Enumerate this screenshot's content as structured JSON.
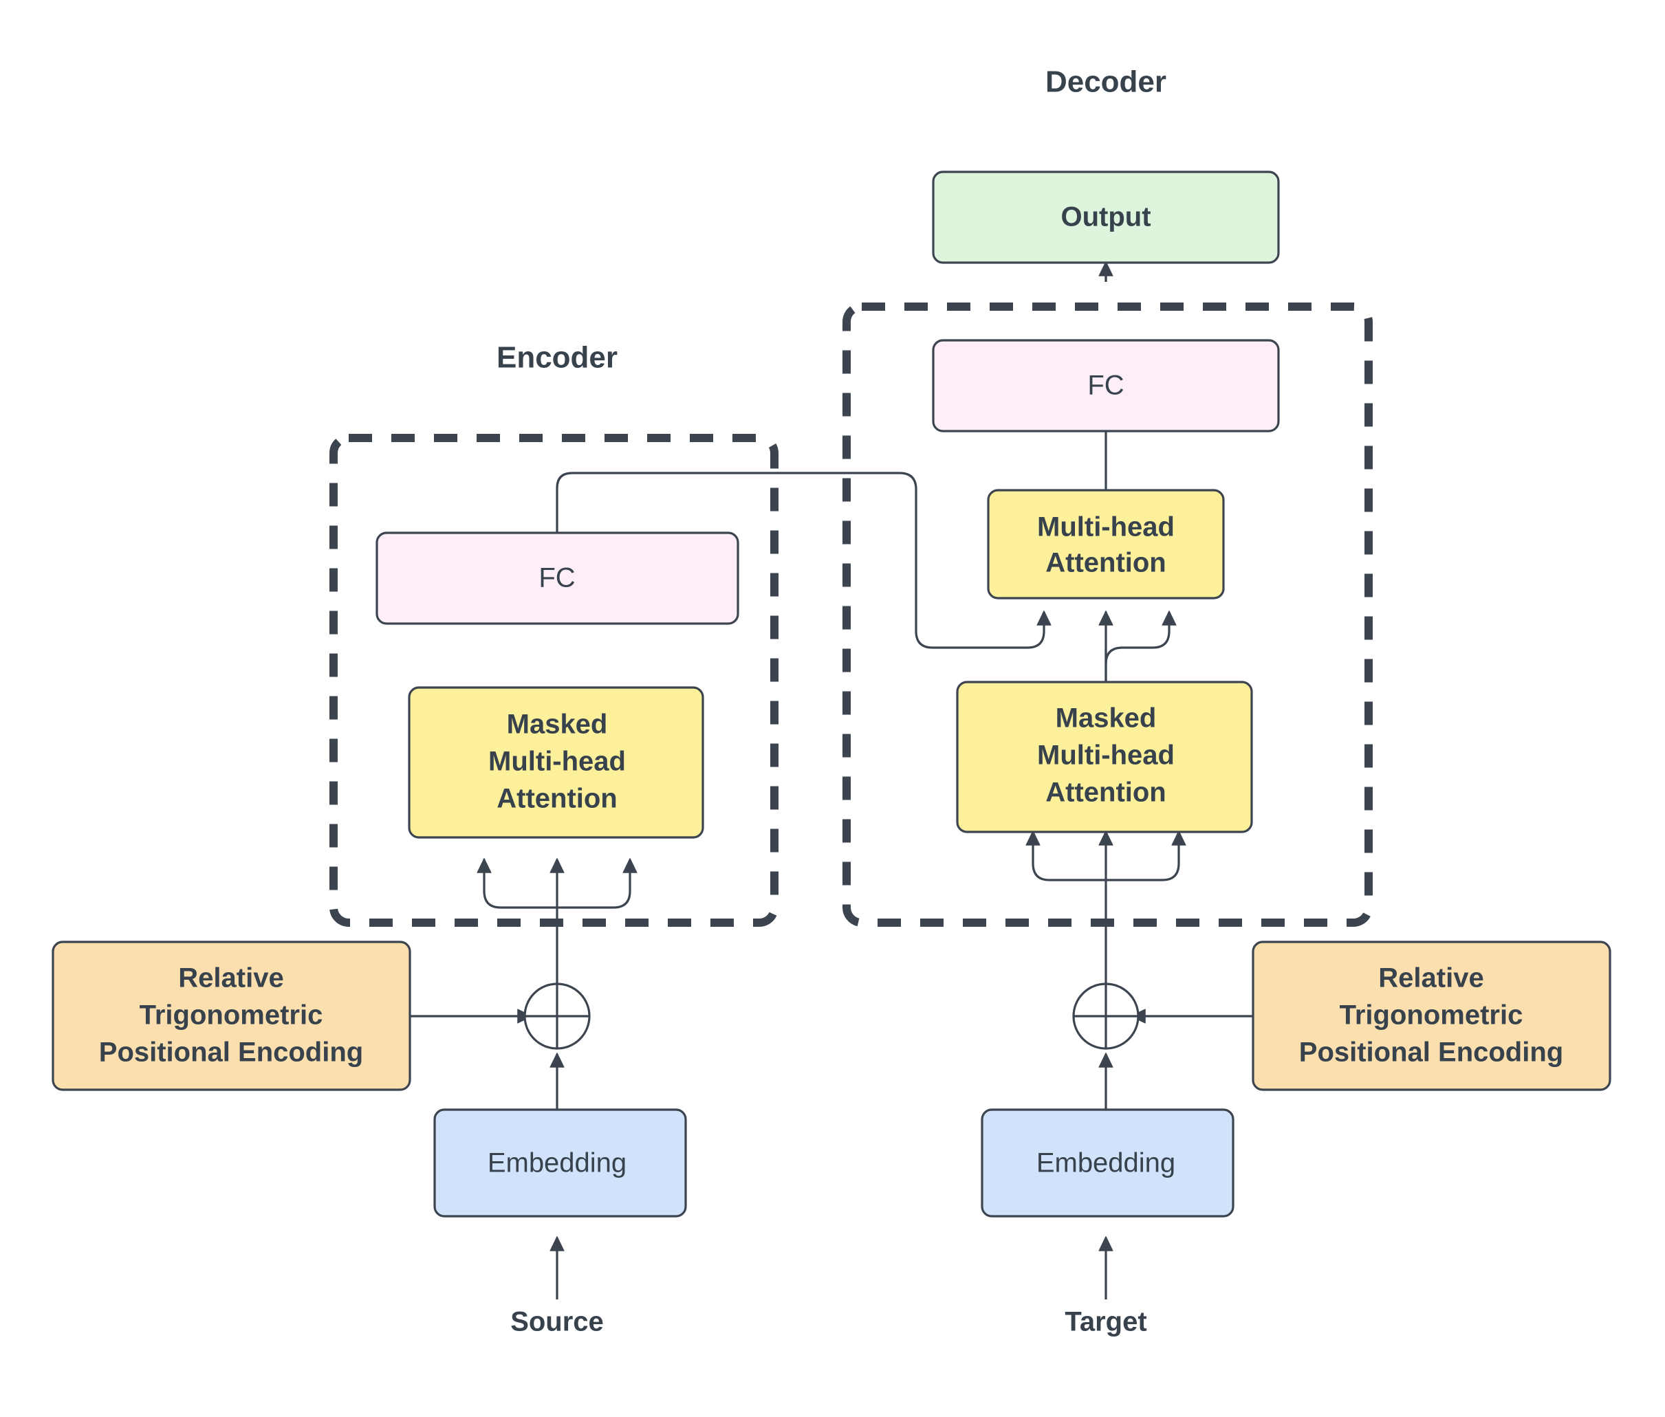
{
  "diagram": {
    "title_encoder": "Encoder",
    "title_decoder": "Decoder",
    "colors": {
      "stroke": "#3c4450",
      "text": "#37424d",
      "attention_fill": "#fdf09a",
      "fc_fill": "#fdeef7",
      "output_fill": "#ddf5dd",
      "embedding_fill": "#d0e3fa",
      "posenc_fill": "#fbdfae",
      "background": "#ffffff"
    },
    "encoder": {
      "group_label": "Encoder",
      "fc_label": "FC",
      "attention_label_line1": "Masked",
      "attention_label_line2": "Multi-head",
      "attention_label_line3": "Attention"
    },
    "decoder": {
      "group_label": "Decoder",
      "output_label": "Output",
      "fc_label": "FC",
      "cross_attention_label_line1": "Multi-head",
      "cross_attention_label_line2": "Attention",
      "attention_label_line1": "Masked",
      "attention_label_line2": "Multi-head",
      "attention_label_line3": "Attention"
    },
    "inputs": {
      "source_label": "Source",
      "target_label": "Target",
      "source_embedding_label": "Embedding",
      "target_embedding_label": "Embedding",
      "source_posenc_line1": "Relative",
      "source_posenc_line2": "Trigonometric",
      "source_posenc_line3": "Positional Encoding",
      "target_posenc_line1": "Relative",
      "target_posenc_line2": "Trigonometric",
      "target_posenc_line3": "Positional Encoding",
      "add_operator_symbol": "+"
    }
  }
}
